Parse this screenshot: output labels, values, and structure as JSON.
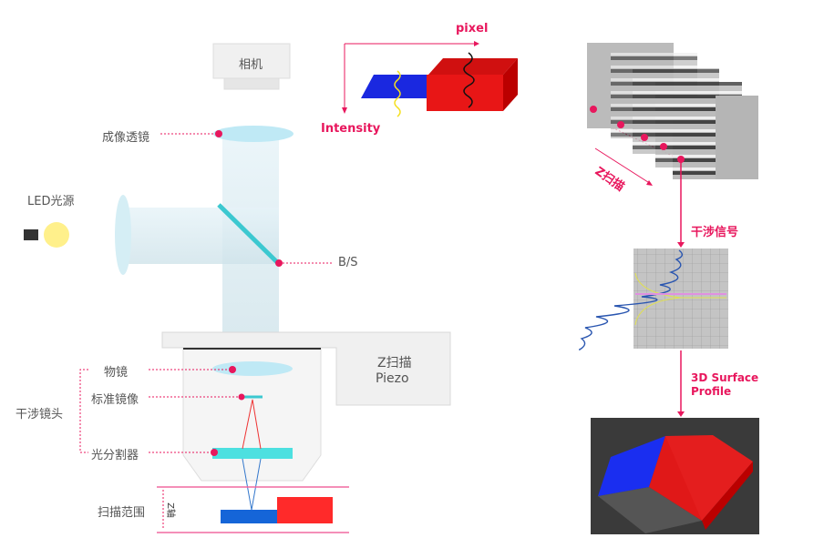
{
  "left": {
    "camera": "相机",
    "imaging_lens": "成像透镜",
    "led": "LED光源",
    "bs": "B/S",
    "piezo_line1": "Z扫描",
    "piezo_line2": "Piezo",
    "objective": "物镜",
    "reference_mirror": "标准镜像",
    "interference_head": "干涉镜头",
    "beam_splitter": "光分割器",
    "scan_range": "扫描范围",
    "z_axis": "Z轴"
  },
  "top": {
    "pixel": "pixel",
    "intensity": "Intensity"
  },
  "right": {
    "z_scan": "Z扫描",
    "signal": "干涉信号",
    "profile_line1": "3D Surface",
    "profile_line2": "Profile"
  },
  "colors": {
    "accent": "#e8175d",
    "blue": "#1030e0",
    "red": "#e01010",
    "cyan": "#44e0e0"
  }
}
